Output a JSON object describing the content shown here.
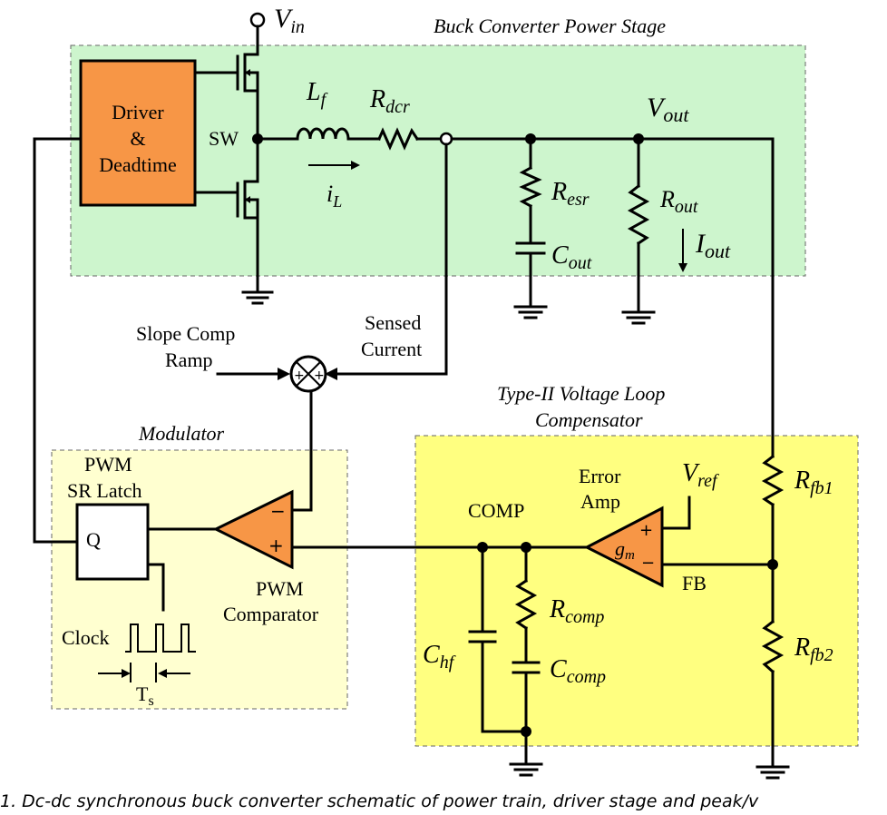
{
  "regions": {
    "power_stage": {
      "title": "Buck Converter Power Stage",
      "fill": "#cdf5cd"
    },
    "compensator": {
      "title_line1": "Type-II Voltage Loop",
      "title_line2": "Compensator",
      "fill": "#ffff80"
    },
    "modulator": {
      "title": "Modulator",
      "fill": "#ffffd0"
    }
  },
  "blocks": {
    "driver": {
      "line1": "Driver",
      "line2": "&",
      "line3": "Deadtime",
      "fill": "#f79646"
    },
    "latch": {
      "title_line1": "PWM",
      "title_line2": "SR Latch",
      "output": "Q"
    },
    "pwm_comparator": {
      "line1": "PWM",
      "line2": "Comparator",
      "minus": "−",
      "plus": "+",
      "fill": "#f79646"
    },
    "error_amp": {
      "line1": "Error",
      "line2": "Amp",
      "gain_main": "g",
      "gain_sub": "m",
      "plus": "+",
      "minus": "−",
      "fill": "#f79646"
    },
    "summer": {
      "plus_left": "+",
      "plus_right": "+"
    }
  },
  "labels": {
    "vin_main": "V",
    "vin_sub": "in",
    "sw": "SW",
    "lf_main": "L",
    "lf_sub": "f",
    "rdcr_main": "R",
    "rdcr_sub": "dcr",
    "il_main": "i",
    "il_sub": "L",
    "vout_main": "V",
    "vout_sub": "out",
    "resr_main": "R",
    "resr_sub": "esr",
    "cout_main": "C",
    "cout_sub": "out",
    "rout_main": "R",
    "rout_sub": "out",
    "iout_main": "I",
    "iout_sub": "out",
    "slope_line1": "Slope Comp",
    "slope_line2": "Ramp",
    "sensed_line1": "Sensed",
    "sensed_line2": "Current",
    "comp": "COMP",
    "vref_main": "V",
    "vref_sub": "ref",
    "fb": "FB",
    "rfb1_main": "R",
    "rfb1_sub": "fb1",
    "rfb2_main": "R",
    "rfb2_sub": "fb2",
    "rcomp_main": "R",
    "rcomp_sub": "comp",
    "ccomp_main": "C",
    "ccomp_sub": "comp",
    "chf_main": "C",
    "chf_sub": "hf",
    "clock": "Clock",
    "ts_main": "T",
    "ts_sub": "s"
  },
  "caption": "1. Dc-dc synchronous buck converter schematic of power train, driver stage and peak/v"
}
